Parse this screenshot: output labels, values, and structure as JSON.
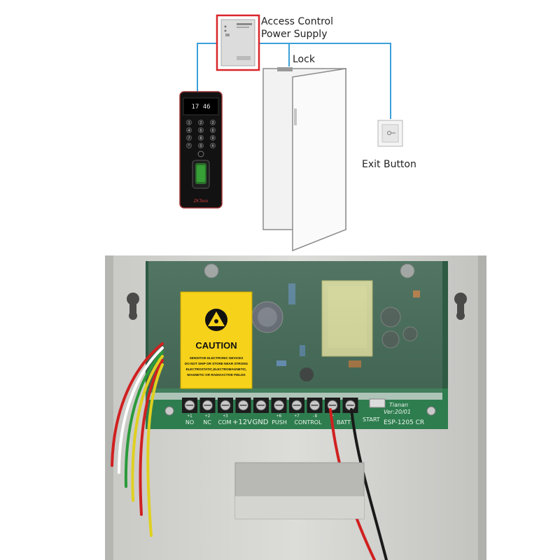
{
  "diagram": {
    "power_supply_label_line1": "Access Control",
    "power_supply_label_line2": "Power Supply",
    "lock_label": "Lock",
    "exit_button_label": "Exit Button",
    "keypad_time": "17 46",
    "keypad_brand": "ZKTeco",
    "keypad_keys": [
      "1",
      "2",
      "3",
      "4",
      "5",
      "6",
      "7",
      "8",
      "9",
      "*",
      "0",
      "#"
    ],
    "colors": {
      "wire": "#3aa0d8",
      "highlight_box": "#d9262b"
    }
  },
  "photo": {
    "caution_title": "CAUTION",
    "caution_text": [
      "SENSITIVE ELECTRONIC DEVICES",
      "DO NOT SHIP OR STORE NEAR STRONG",
      "ELECTROSTATIC,ELECTROMAGNETIC,",
      "MAGNETIC OR RADIOACTIVE FIELDS"
    ],
    "terminal_numbers": [
      "+1",
      "+2",
      "+3",
      "",
      "",
      "+6",
      "+7",
      "-8",
      "+",
      "-"
    ],
    "terminal_labels": [
      "NO",
      "NC",
      "COM",
      "+12V",
      "GND",
      "PUSH",
      "CONTROL",
      "BATT"
    ],
    "brand": "Tianan",
    "version": "Ver:20/01",
    "start_label": "START",
    "model": "ESP-1205 CR"
  }
}
